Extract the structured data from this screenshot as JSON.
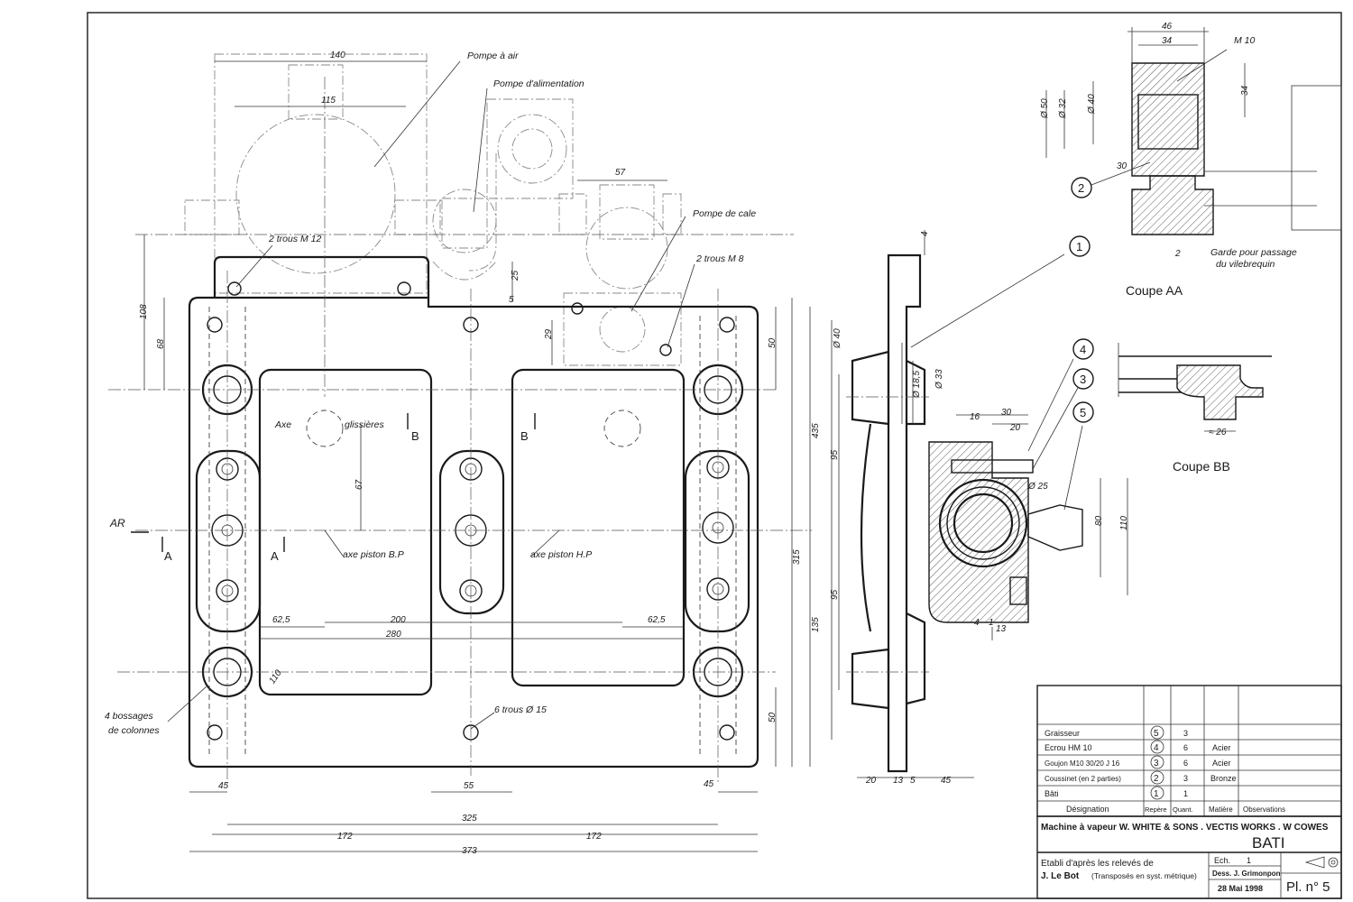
{
  "labels": {
    "pompe_air": "Pompe à air",
    "pompe_alim": "Pompe d'alimentation",
    "pompe_cale": "Pompe de cale",
    "trous_m12": "2 trous  M 12",
    "trous_m8": "2 trous  M 8",
    "trous_15": "6 trous Ø 15",
    "axe": "Axe",
    "glissieres": "glissières",
    "axe_bp": "axe piston B.P",
    "axe_hp": "axe piston H.P",
    "bossages_1": "4 bossages",
    "bossages_2": "de colonnes",
    "ar": "AR",
    "coupe_aa": "Coupe  AA",
    "coupe_bb": "Coupe  BB",
    "garde_1": "Garde pour passage",
    "garde_2": "du vilebrequin",
    "m10": "M 10",
    "sec_a": "A",
    "sec_b": "B"
  },
  "balloons": [
    "1",
    "2",
    "3",
    "4",
    "5"
  ],
  "dims": {
    "d140": "140",
    "d115": "115",
    "d57": "57",
    "d25": "25",
    "d5": "5",
    "d29": "29",
    "d108": "108",
    "d68": "68",
    "d50a": "50",
    "d50b": "50",
    "d67": "67",
    "d435": "435",
    "d95a": "95",
    "d95b": "95",
    "d315": "315",
    "d135": "135",
    "d625a": "62,5",
    "d200": "200",
    "d625b": "62,5",
    "d280": "280",
    "d110r": "110",
    "d45a": "45",
    "d55": "55",
    "d45b": "45",
    "d325": "325",
    "d172a": "172",
    "d172b": "172",
    "d373": "373",
    "d20": "20",
    "d13a": "13",
    "d5b": "5",
    "d45c": "45",
    "d4a": "4",
    "o40": "Ø 40",
    "o185": "Ø 18,5",
    "o33": "Ø 33",
    "d16": "16",
    "d30a": "30",
    "d20b": "20",
    "o25": "Ø 25",
    "d80": "80",
    "d110": "110",
    "d4b": "4",
    "d1": "1",
    "d13b": "13",
    "d46": "46",
    "d34a": "34",
    "d34b": "34",
    "o50": "Ø 50",
    "o32": "Ø 32",
    "o40b": "Ø 40",
    "d30b": "30",
    "d2": "2",
    "d26": "≈ 26"
  },
  "parts_table": {
    "rows": [
      {
        "designation": "Graisseur",
        "rep": "5",
        "quant": "3",
        "matiere": ""
      },
      {
        "designation": "Ecrou  HM 10",
        "rep": "4",
        "quant": "6",
        "matiere": "Acier"
      },
      {
        "designation": "Goujon  M10 30/20 J 16",
        "rep": "3",
        "quant": "6",
        "matiere": "Acier"
      },
      {
        "designation": "Coussinet  (en 2 parties)",
        "rep": "2",
        "quant": "3",
        "matiere": "Bronze"
      },
      {
        "designation": "Bâti",
        "rep": "1",
        "quant": "1",
        "matiere": ""
      }
    ],
    "headers": {
      "designation": "Désignation",
      "rep": "Repère",
      "quant": "Quant.",
      "matiere": "Matière",
      "observations": "Observations"
    }
  },
  "title_block": {
    "machine": "Machine à vapeur  W. WHITE & SONS . VECTIS WORKS . W COWES",
    "title": "BATI",
    "etabli_1": "Etabli d'après les relevés  de",
    "etabli_2": "J. Le Bot",
    "etabli_3": "(Transposés en syst. métrique)",
    "ech_label": "Ech.",
    "ech_value": "1",
    "dess": "Dess.  J. Grimonpon",
    "date": "28  Mai  1998",
    "planche": "Pl. n° 5"
  }
}
